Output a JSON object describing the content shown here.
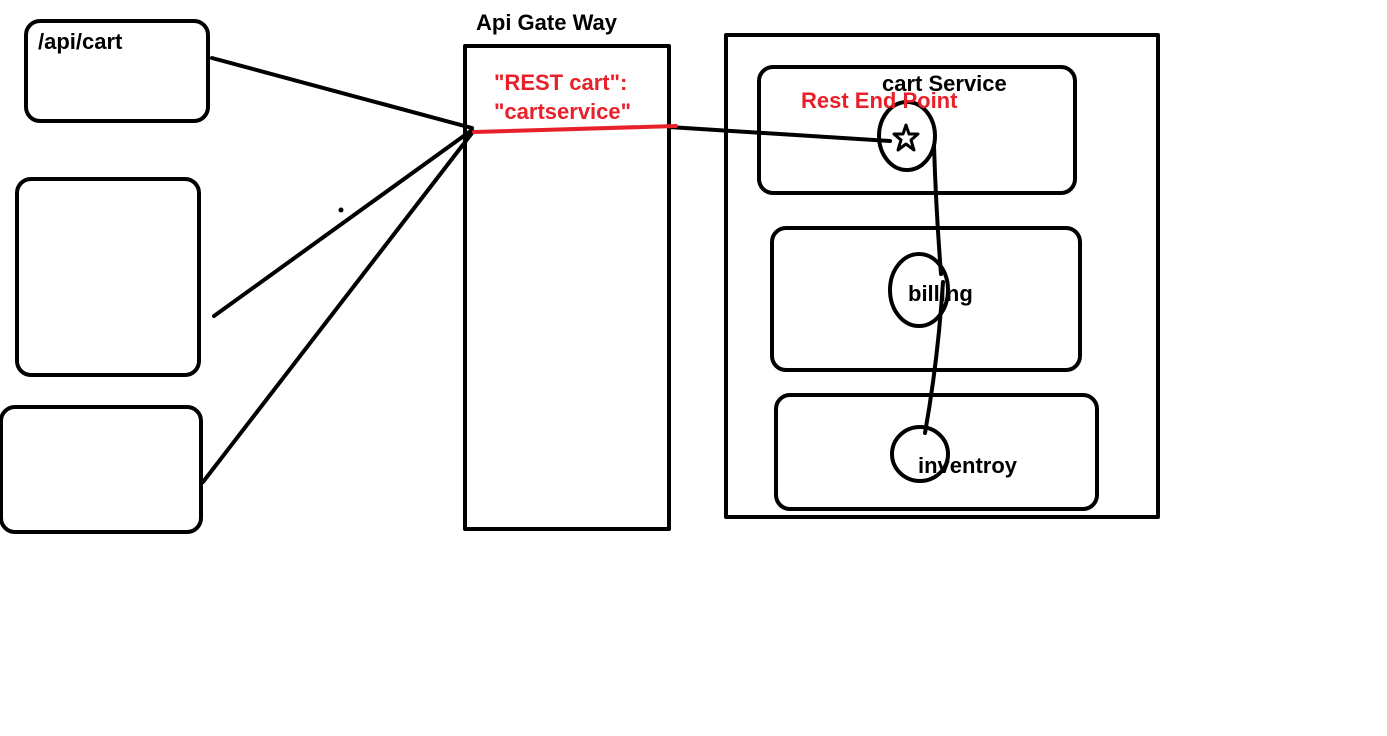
{
  "colors": {
    "ink": "#000000",
    "accent": "#e8202a",
    "background": "#ffffff"
  },
  "clients": {
    "first_label": "/api/cart"
  },
  "gateway": {
    "title": "Api Gate Way",
    "route_line1": "\"REST cart\":",
    "route_line2": "\"cartservice\""
  },
  "services": {
    "cart": "cart Service",
    "endpoint": "Rest End Point",
    "billing": "billing",
    "inventory": "inventroy"
  },
  "icons": {
    "endpoint_marker": "star-icon"
  }
}
